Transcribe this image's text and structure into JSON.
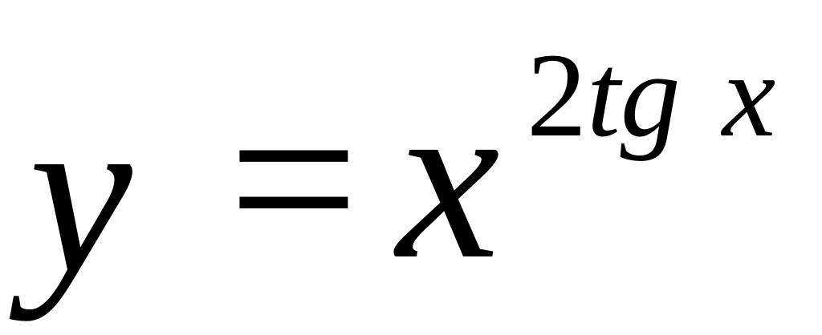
{
  "formula": {
    "lhs": "y",
    "equals": "=",
    "base": "x",
    "exponent": {
      "coefficient": "2",
      "function": "tg",
      "argument": "x"
    }
  }
}
